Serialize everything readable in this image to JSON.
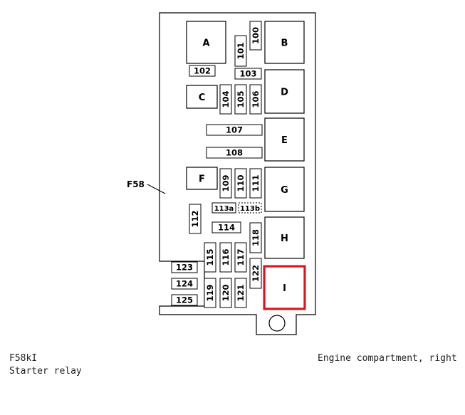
{
  "diagram": {
    "pointer_label": "F58",
    "relays": [
      {
        "id": "A",
        "label": "A"
      },
      {
        "id": "B",
        "label": "B"
      },
      {
        "id": "C",
        "label": "C"
      },
      {
        "id": "D",
        "label": "D"
      },
      {
        "id": "E",
        "label": "E"
      },
      {
        "id": "F",
        "label": "F"
      },
      {
        "id": "G",
        "label": "G"
      },
      {
        "id": "H",
        "label": "H"
      },
      {
        "id": "I",
        "label": "I",
        "highlighted": true
      }
    ],
    "fuses": [
      {
        "id": "100",
        "label": "100"
      },
      {
        "id": "101",
        "label": "101"
      },
      {
        "id": "102",
        "label": "102"
      },
      {
        "id": "103",
        "label": "103"
      },
      {
        "id": "104",
        "label": "104"
      },
      {
        "id": "105",
        "label": "105"
      },
      {
        "id": "106",
        "label": "106"
      },
      {
        "id": "107",
        "label": "107"
      },
      {
        "id": "108",
        "label": "108"
      },
      {
        "id": "109",
        "label": "109"
      },
      {
        "id": "110",
        "label": "110"
      },
      {
        "id": "111",
        "label": "111"
      },
      {
        "id": "112",
        "label": "112"
      },
      {
        "id": "113a",
        "label": "113a"
      },
      {
        "id": "113b",
        "label": "113b",
        "dashed": true
      },
      {
        "id": "114",
        "label": "114"
      },
      {
        "id": "115",
        "label": "115"
      },
      {
        "id": "116",
        "label": "116"
      },
      {
        "id": "117",
        "label": "117"
      },
      {
        "id": "118",
        "label": "118"
      },
      {
        "id": "119",
        "label": "119"
      },
      {
        "id": "120",
        "label": "120"
      },
      {
        "id": "121",
        "label": "121"
      },
      {
        "id": "122",
        "label": "122"
      },
      {
        "id": "123",
        "label": "123"
      },
      {
        "id": "124",
        "label": "124"
      },
      {
        "id": "125",
        "label": "125"
      }
    ],
    "highlight_color": "#e0121b",
    "line_color": "#000000"
  },
  "captions": {
    "code": "F58kI",
    "description": "Starter relay",
    "location": "Engine compartment, right"
  }
}
